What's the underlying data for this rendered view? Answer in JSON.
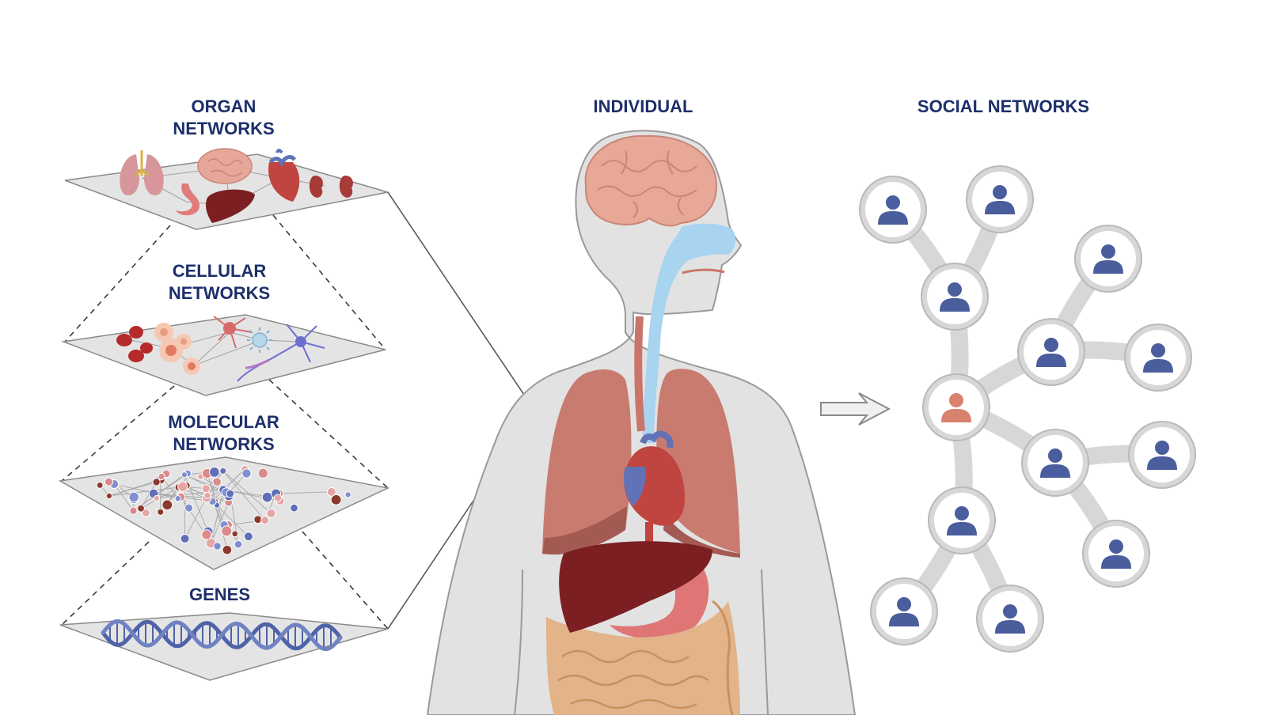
{
  "labels": {
    "organ_1": "ORGAN",
    "organ_2": "NETWORKS",
    "cellular_1": "CELLULAR",
    "cellular_2": "NETWORKS",
    "molecular_1": "MOLECULAR",
    "molecular_2": "NETWORKS",
    "genes": "GENES",
    "individual": "INDIVIDUAL",
    "social": "SOCIAL NETWORKS"
  },
  "colors": {
    "label_text": "#1d2f6b",
    "plane_fill": "#e4e4e4",
    "plane_stroke": "#8a8a8a",
    "body_fill": "#e2e2e2",
    "body_stroke": "#9a9a9a",
    "person_blue": "#4a5d9c",
    "person_highlight": "#d9826f",
    "brain": "#e8a898",
    "lung": "#c97b70",
    "heart": "#c0443f",
    "liver": "#7b1f23",
    "stomach": "#e07575",
    "intestine": "#e3b48a",
    "airway": "#a8d4f0",
    "dna": "#4e63a8"
  },
  "icons": [
    "lungs-icon",
    "brain-icon",
    "heart-icon",
    "kidney-icon",
    "stomach-icon",
    "liver-icon",
    "blood-cell-icon",
    "neuron-icon",
    "virus-icon",
    "molecule-node-icon",
    "dna-helix-icon",
    "person-icon",
    "arrow-right-icon"
  ]
}
